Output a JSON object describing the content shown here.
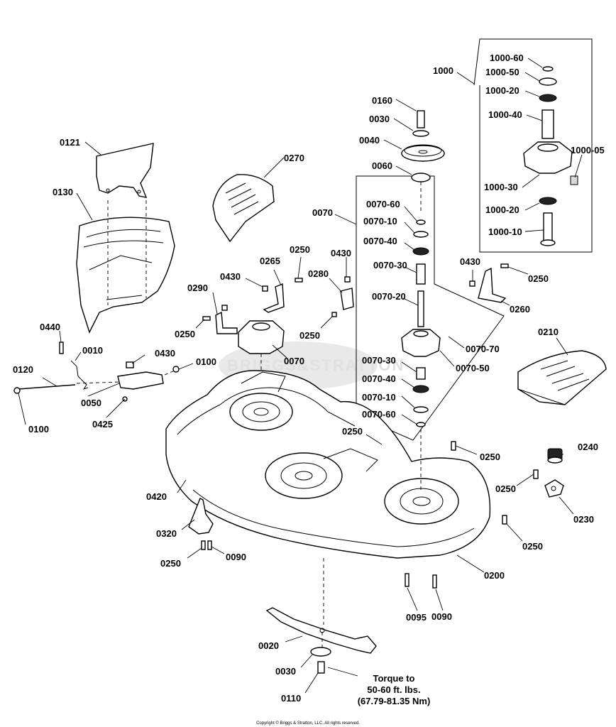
{
  "labels": {
    "p0121": "0121",
    "p0130": "0130",
    "p0270": "0270",
    "p0160": "0160",
    "p0030a": "0030",
    "p0040": "0040",
    "p0060": "0060",
    "p1000": "1000",
    "p1000_60": "1000-60",
    "p1000_50": "1000-50",
    "p1000_20a": "1000-20",
    "p1000_40": "1000-40",
    "p1000_05": "1000-05",
    "p1000_30": "1000-30",
    "p1000_20b": "1000-20",
    "p1000_10": "1000-10",
    "p0070a": "0070",
    "p0070_60a": "0070-60",
    "p0070_10a": "0070-10",
    "p0070_40a": "0070-40",
    "p0070_30a": "0070-30",
    "p0070_20": "0070-20",
    "p0070_70": "0070-70",
    "p0070_50": "0070-50",
    "p0070_30b": "0070-30",
    "p0070_40b": "0070-40",
    "p0070_10b": "0070-10",
    "p0070_60b": "0070-60",
    "p0250a": "0250",
    "p0265": "0265",
    "p0430a": "0430",
    "p0290": "0290",
    "p0250b": "0250",
    "p0070b": "0070",
    "p0280": "0280",
    "p0430b": "0430",
    "p0250c": "0250",
    "p0430c": "0430",
    "p0250d": "0250",
    "p0260": "0260",
    "p0210": "0210",
    "p0440": "0440",
    "p0010": "0010",
    "p0120": "0120",
    "p0430d": "0430",
    "p0100a": "0100",
    "p0050": "0050",
    "p0425": "0425",
    "p0100b": "0100",
    "p0250e": "0250",
    "p0250f": "0250",
    "p0240": "0240",
    "p0250g": "0250",
    "p0230": "0230",
    "p0250h": "0250",
    "p0420": "0420",
    "p0320": "0320",
    "p0250i": "0250",
    "p0090a": "0090",
    "p0200": "0200",
    "p0095": "0095",
    "p0090b": "0090",
    "p0020": "0020",
    "p0030b": "0030",
    "p0110": "0110"
  },
  "torque": {
    "line1": "Torque to",
    "line2": "50-60 ft. lbs.",
    "line3": "(67.79-81.35 Nm)"
  },
  "watermark": "BRIGGS&STRATTON",
  "copyright": "Copyright © Briggs & Stratton, LLC. All rights reserved."
}
